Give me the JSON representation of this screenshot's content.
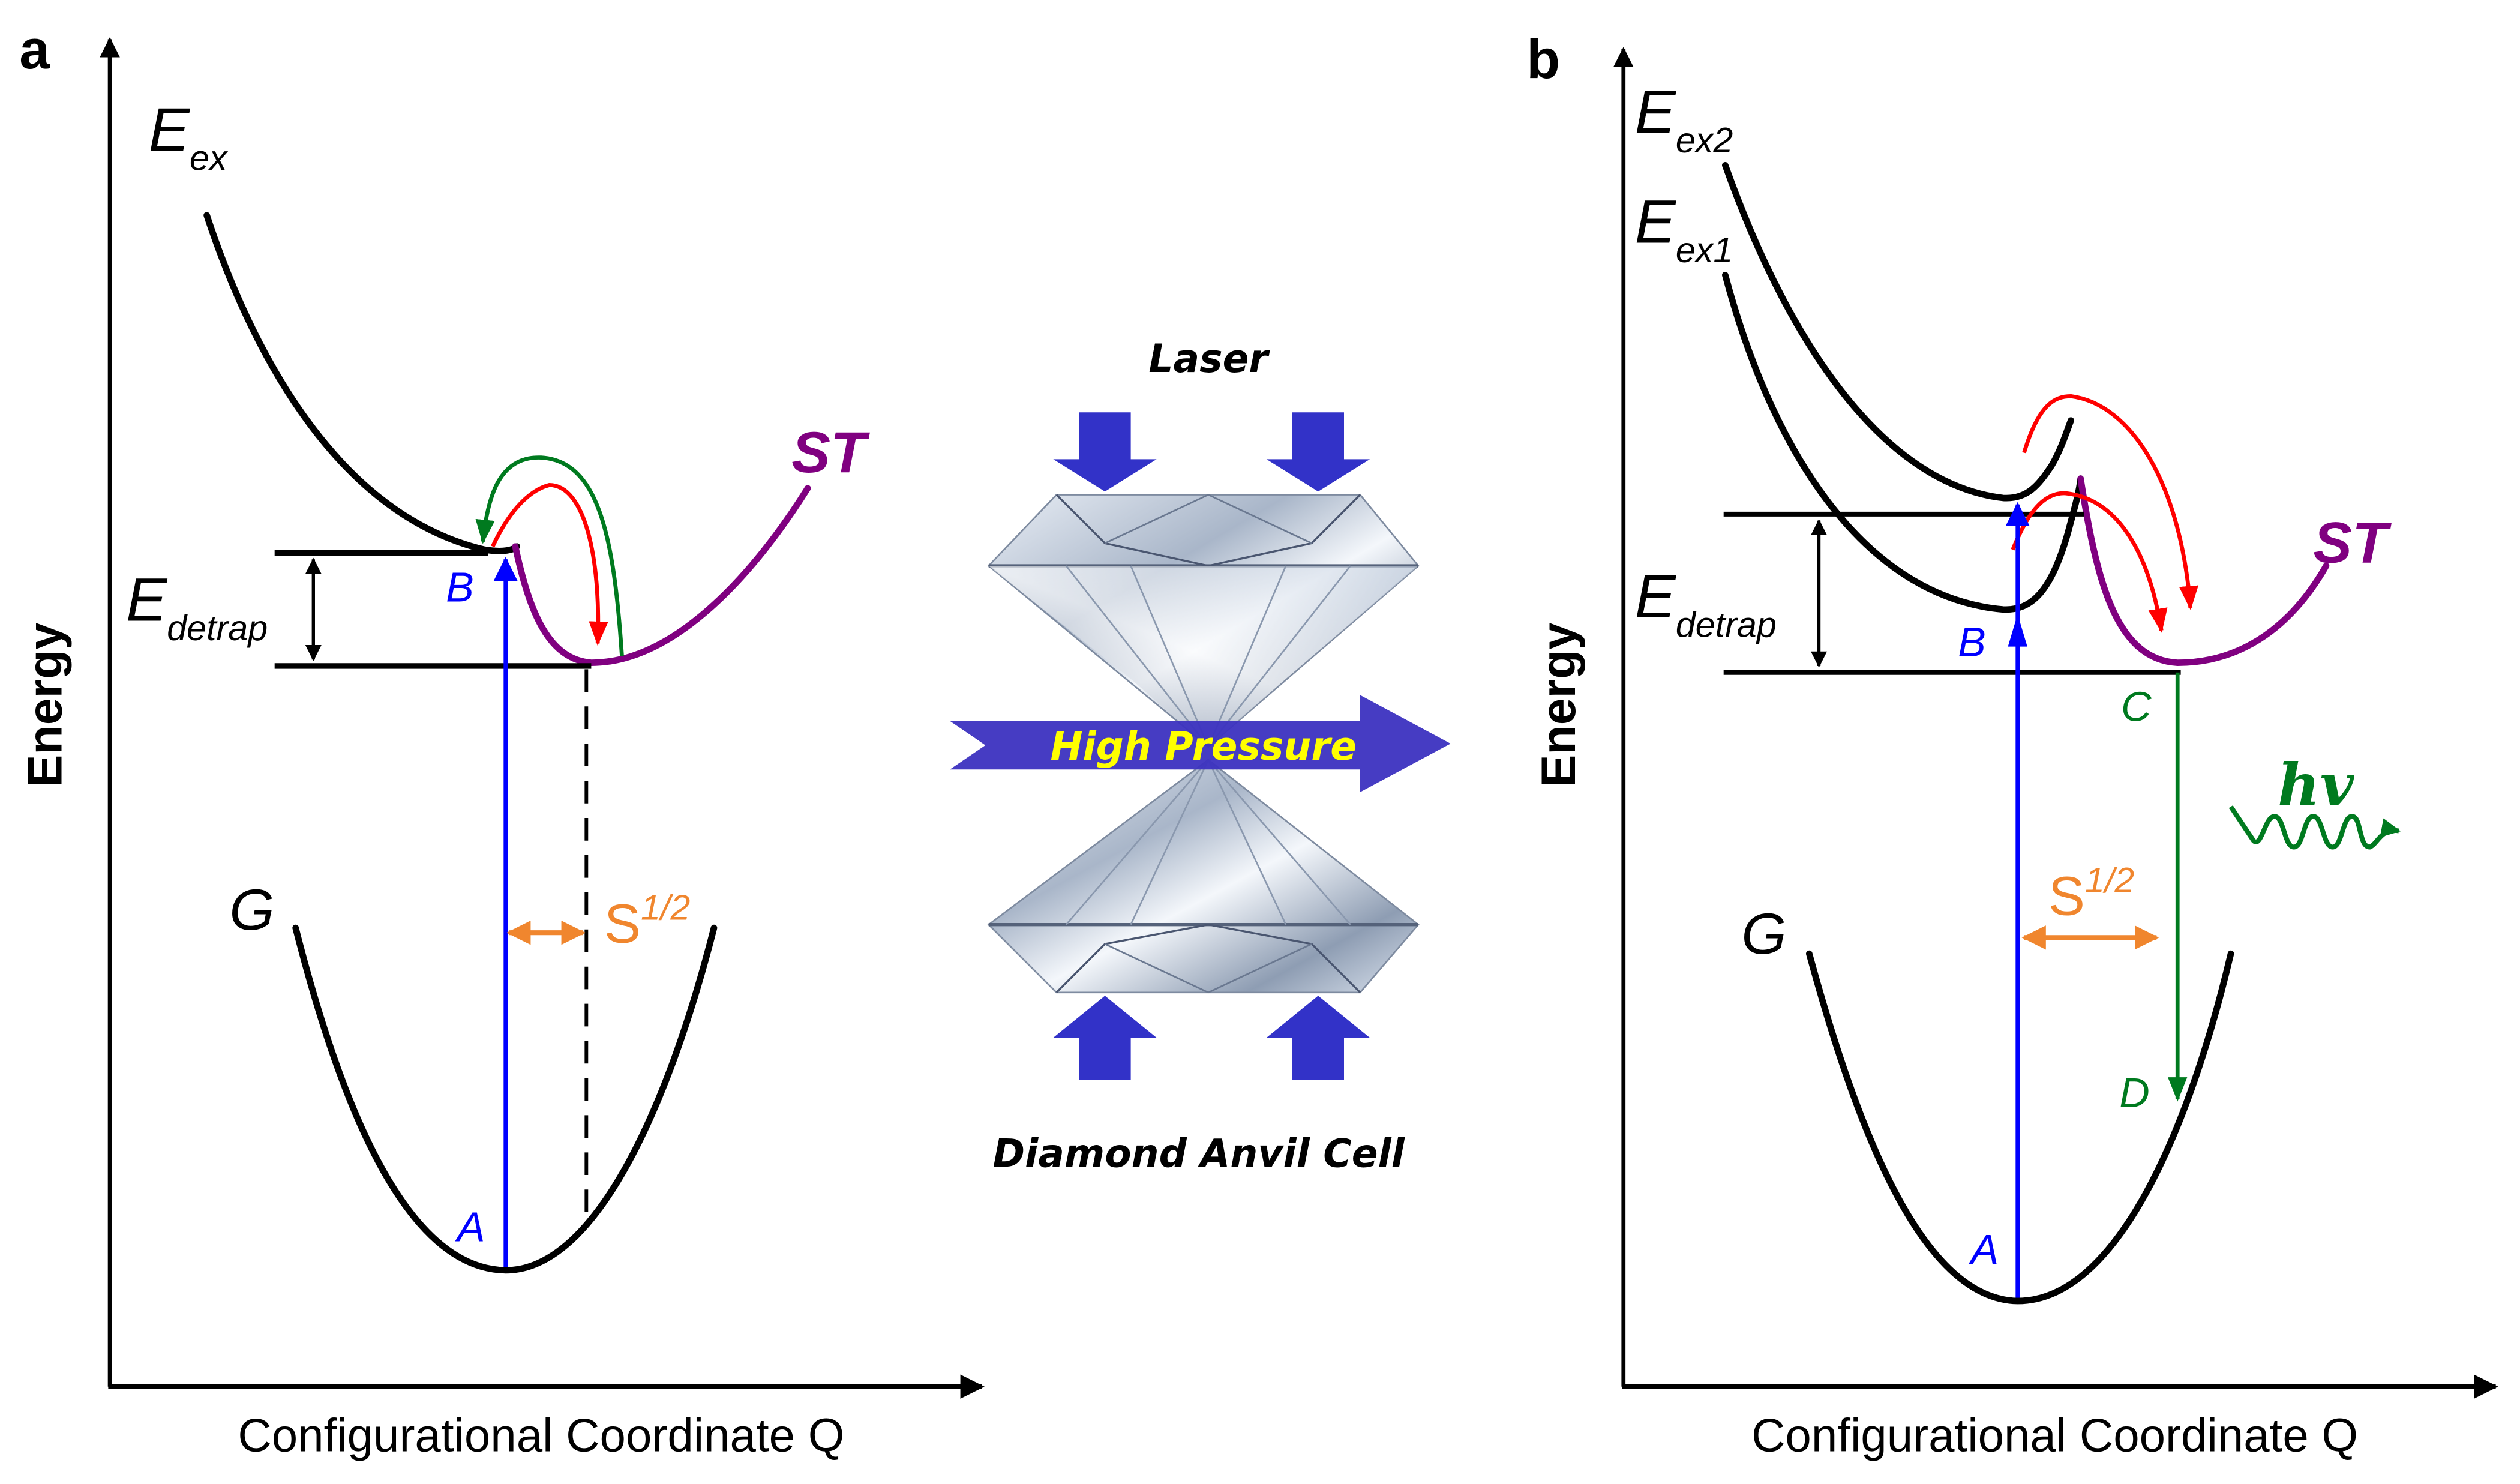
{
  "colors": {
    "black": "#000000",
    "blue": "#0000ff",
    "red": "#ff0000",
    "green": "#007a1f",
    "purple": "#800080",
    "orange": "#f0862e",
    "arrow_blue": "#3232c8",
    "banner_blue": "#3c32c0",
    "banner_text": "#ffff00"
  },
  "panel_a": {
    "label": "a",
    "y_axis_label": "Energy",
    "x_axis_label": "Configurational Coordinate Q",
    "curve_labels": {
      "excited": {
        "main": "E",
        "sub": "ex"
      },
      "ground": "G",
      "self_trapped": "ST"
    },
    "energy_gap": {
      "main": "E",
      "sub": "detrap"
    },
    "points": {
      "A": "A",
      "B": "B"
    },
    "huang_rhys": {
      "main": "S",
      "sup": "1/2"
    }
  },
  "center": {
    "top_label": "Laser",
    "banner_label": "High Pressure",
    "bottom_label": "Diamond Anvil Cell"
  },
  "panel_b": {
    "label": "b",
    "y_axis_label": "Energy",
    "x_axis_label": "Configurational Coordinate Q",
    "curve_labels": {
      "excited_2": {
        "main": "E",
        "sub": "ex2"
      },
      "excited_1": {
        "main": "E",
        "sub": "ex1"
      },
      "ground": "G",
      "self_trapped": "ST"
    },
    "energy_gap": {
      "main": "E",
      "sub": "detrap"
    },
    "points": {
      "A": "A",
      "B": "B",
      "C": "C",
      "D": "D"
    },
    "huang_rhys": {
      "main": "S",
      "sup": "1/2"
    },
    "emission": "hv"
  }
}
